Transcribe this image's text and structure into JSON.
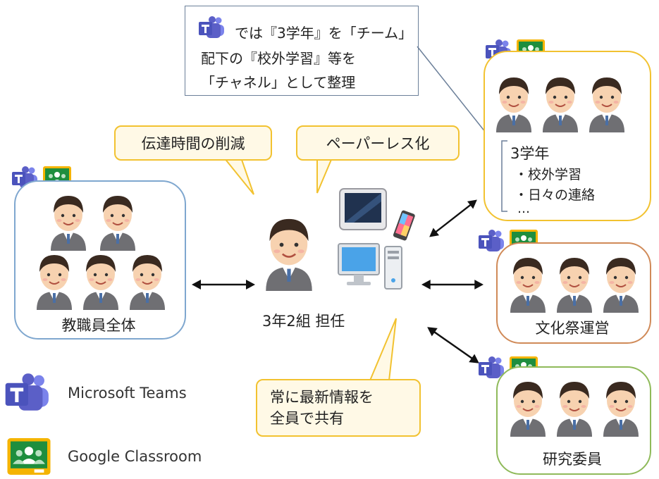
{
  "note": {
    "line1": "では『3学年』を「チーム」",
    "line2": "配下の『校外学習』等を",
    "line3": "「チャネル」として整理"
  },
  "bubbles": {
    "time_reduction": "伝達時間の削減",
    "paperless": "ペーパーレス化",
    "share_line1": "常に最新情報を",
    "share_line2": "全員で共有"
  },
  "center": {
    "label": "3年2組 担任"
  },
  "groups": {
    "staff": {
      "label": "教職員全体",
      "color": "#7fa7cf"
    },
    "grade3": {
      "title": "3学年",
      "channels": [
        "・校外学習",
        "・日々の連絡",
        "…"
      ],
      "color": "#f2c230"
    },
    "festival": {
      "label": "文化祭運営",
      "color": "#d08a58"
    },
    "research": {
      "label": "研究委員",
      "color": "#8fba5a"
    }
  },
  "legend": {
    "teams": "Microsoft Teams",
    "classroom": "Google Classroom"
  },
  "colors": {
    "teams_purple": "#5b5fc7",
    "classroom_green": "#1e8e3e",
    "classroom_yellow": "#f4b400",
    "bubble_border": "#f2c230",
    "bubble_fill": "#fff9e6"
  }
}
